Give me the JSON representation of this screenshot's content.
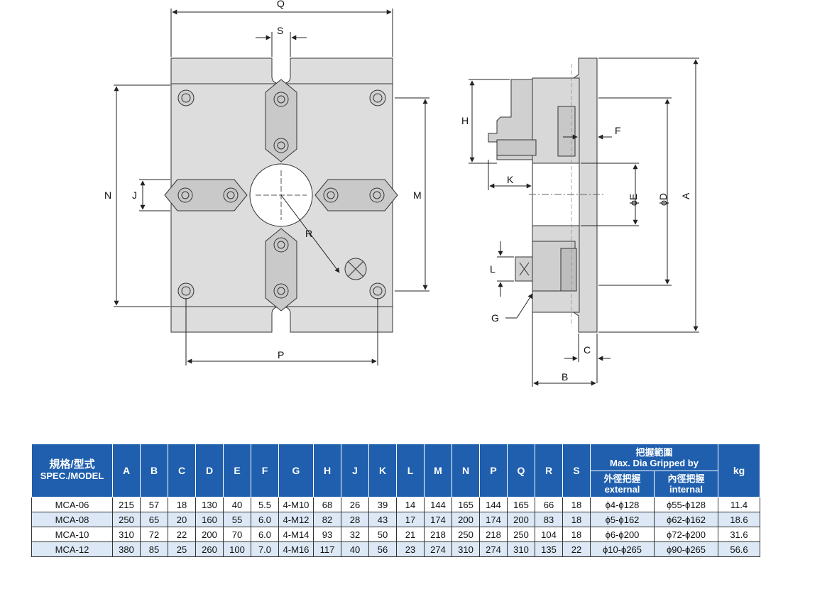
{
  "drawing": {
    "dimension_labels": {
      "Q": "Q",
      "S": "S",
      "N": "N",
      "J": "J",
      "M": "M",
      "R": "R",
      "P": "P",
      "H": "H",
      "F": "F",
      "K": "K",
      "E": "ϕE",
      "D": "ϕD",
      "A": "A",
      "L": "L",
      "G": "G",
      "C": "C",
      "B": "B"
    }
  },
  "table": {
    "model_header_zh": "規格/型式",
    "model_header_en": "SPEC./MODEL",
    "columns": [
      "A",
      "B",
      "C",
      "D",
      "E",
      "F",
      "G",
      "H",
      "J",
      "K",
      "L",
      "M",
      "N",
      "P",
      "Q",
      "R",
      "S"
    ],
    "grip_header_zh": "把握範圍",
    "grip_header_en": "Max. Dia Gripped by",
    "external_zh": "外徑把握",
    "external_en": "external",
    "internal_zh": "內徑把握",
    "internal_en": "internal",
    "kg_header": "kg",
    "rows": [
      {
        "model": "MCA-06",
        "values": [
          "215",
          "57",
          "18",
          "130",
          "40",
          "5.5",
          "4-M10",
          "68",
          "26",
          "39",
          "14",
          "144",
          "165",
          "144",
          "165",
          "66",
          "18"
        ],
        "external": "ϕ4-ϕ128",
        "internal": "ϕ55-ϕ128",
        "kg": "11.4"
      },
      {
        "model": "MCA-08",
        "values": [
          "250",
          "65",
          "20",
          "160",
          "55",
          "6.0",
          "4-M12",
          "82",
          "28",
          "43",
          "17",
          "174",
          "200",
          "174",
          "200",
          "83",
          "18"
        ],
        "external": "ϕ5-ϕ162",
        "internal": "ϕ62-ϕ162",
        "kg": "18.6"
      },
      {
        "model": "MCA-10",
        "values": [
          "310",
          "72",
          "22",
          "200",
          "70",
          "6.0",
          "4-M14",
          "93",
          "32",
          "50",
          "21",
          "218",
          "250",
          "218",
          "250",
          "104",
          "18"
        ],
        "external": "ϕ6-ϕ200",
        "internal": "ϕ72-ϕ200",
        "kg": "31.6"
      },
      {
        "model": "MCA-12",
        "values": [
          "380",
          "85",
          "25",
          "260",
          "100",
          "7.0",
          "4-M16",
          "117",
          "40",
          "56",
          "23",
          "274",
          "310",
          "274",
          "310",
          "135",
          "22"
        ],
        "external": "ϕ10-ϕ265",
        "internal": "ϕ90-ϕ265",
        "kg": "56.6"
      }
    ]
  }
}
